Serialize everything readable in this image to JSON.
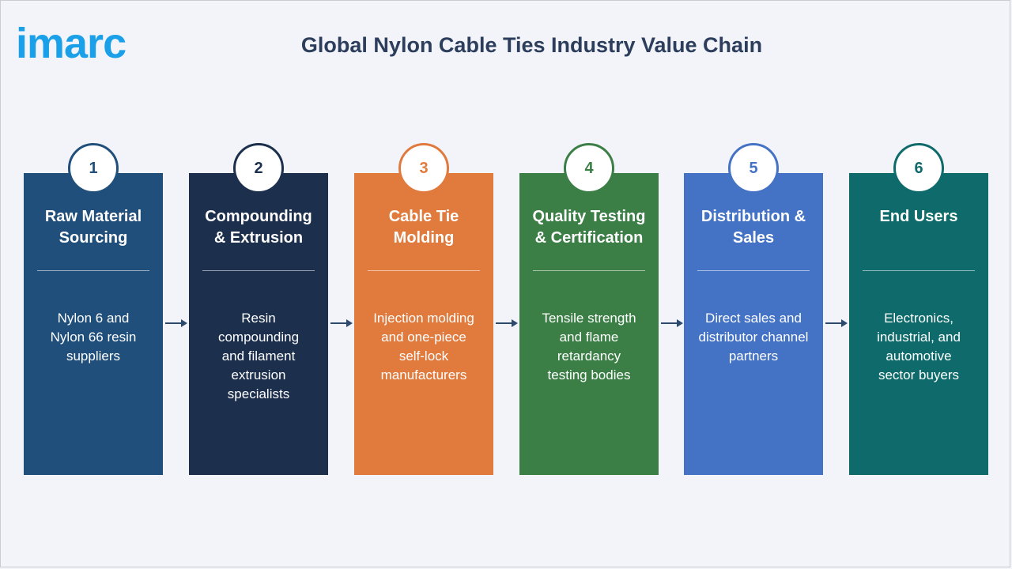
{
  "header": {
    "logo_text": "imarc",
    "title": "Global Nylon Cable Ties Industry Value Chain"
  },
  "stages": [
    {
      "number": "1",
      "title_line1": "Raw Material",
      "title_line2": "Sourcing",
      "desc": [
        "Nylon 6 and",
        "Nylon 66 resin",
        "suppliers"
      ],
      "color": "#214f7b"
    },
    {
      "number": "2",
      "title_line1": "Compounding",
      "title_line2": "& Extrusion",
      "desc": [
        "Resin",
        "compounding",
        "and filament",
        "extrusion",
        "specialists"
      ],
      "color": "#1c2f4d"
    },
    {
      "number": "3",
      "title_line1": "Cable Tie",
      "title_line2": "Molding",
      "desc": [
        "Injection molding",
        "and one-piece",
        "self-lock",
        "manufacturers"
      ],
      "color": "#e07a3d"
    },
    {
      "number": "4",
      "title_line1": "Quality Testing",
      "title_line2": "& Certification",
      "desc": [
        "Tensile strength",
        "and flame",
        "retardancy",
        "testing bodies"
      ],
      "color": "#3b7f46"
    },
    {
      "number": "5",
      "title_line1": "Distribution &",
      "title_line2": "Sales",
      "desc": [
        "Direct sales and",
        "distributor channel",
        "partners"
      ],
      "color": "#4472c4"
    },
    {
      "number": "6",
      "title_line1": "End Users",
      "title_line2": "",
      "desc": [
        "Electronics,",
        "industrial, and",
        "automotive",
        "sector buyers"
      ],
      "color": "#0f6b6b"
    }
  ],
  "arrow_color": "#2c4a6e"
}
